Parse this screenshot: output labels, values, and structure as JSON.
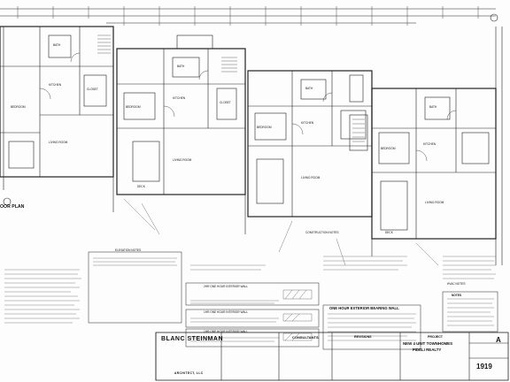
{
  "plan": {
    "title_fragment": "OOR PLAN",
    "room_labels": [
      "BEDROOM",
      "BEDROOM",
      "BEDROOM",
      "BEDROOM",
      "KITCHEN",
      "KITCHEN",
      "KITCHEN",
      "KITCHEN",
      "LIVING ROOM",
      "LIVING ROOM",
      "LIVING ROOM",
      "LIVING ROOM",
      "BATH",
      "BATH",
      "BATH",
      "BATH",
      "CLOSET",
      "CLOSET",
      "DECK",
      "DECK"
    ]
  },
  "notes": {
    "elevation_notes": "ELEVATION NOTES",
    "construction_notes": "CONSTRUCTION NOTES",
    "wall_detail_1": "2HR ONE HOUR INTERIOR WALL",
    "wall_detail_2": "1HR ONE HOUR INTERIOR WALL",
    "wall_detail_3": "1HR ONE HOUR INTERIOR WALL",
    "exterior_wall": "ONE HOUR EXTERIOR BEARING WALL",
    "hvac_notes": "HVAC NOTES",
    "notes_label": "NOTES"
  },
  "titleblock": {
    "firm_name": "BLANC STEINMAN",
    "firm_sub": "ARCHITECT, LLC",
    "consultants": "CONSULTANTS",
    "revisions": "REVISIONS",
    "project_label": "PROJECT",
    "project_line1": "NEW 4 UNIT TOWNHOMES",
    "project_line2": "FIDELI REALTY",
    "sheet_number": "1919",
    "sheet_letter": "A"
  }
}
